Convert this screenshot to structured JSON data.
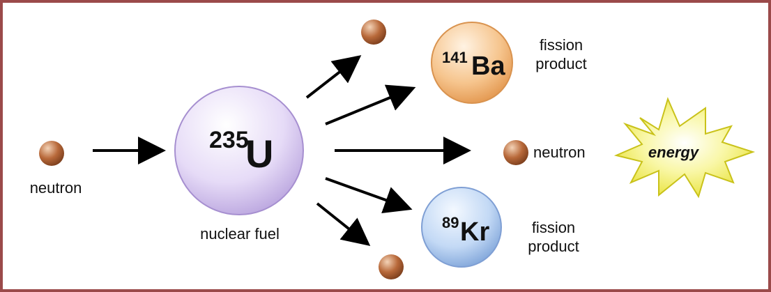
{
  "labels": {
    "neutron_in": "neutron",
    "fuel": "nuclear fuel",
    "neutron_out": "neutron",
    "energy": "energy",
    "ba_product_line1": "fission",
    "ba_product_line2": "product",
    "kr_product_line1": "fission",
    "kr_product_line2": "product"
  },
  "nuclei": {
    "uranium": {
      "mass": "235",
      "symbol": "U"
    },
    "barium": {
      "mass": "141",
      "symbol": "Ba"
    },
    "krypton": {
      "mass": "89",
      "symbol": "Kr"
    }
  },
  "colors": {
    "border": "#9b4a4a",
    "neutron": "#b8693a",
    "uranium": "#d9c8f0",
    "barium": "#f6c58e",
    "krypton": "#b7d0f2",
    "energy": "#f4f06a"
  }
}
